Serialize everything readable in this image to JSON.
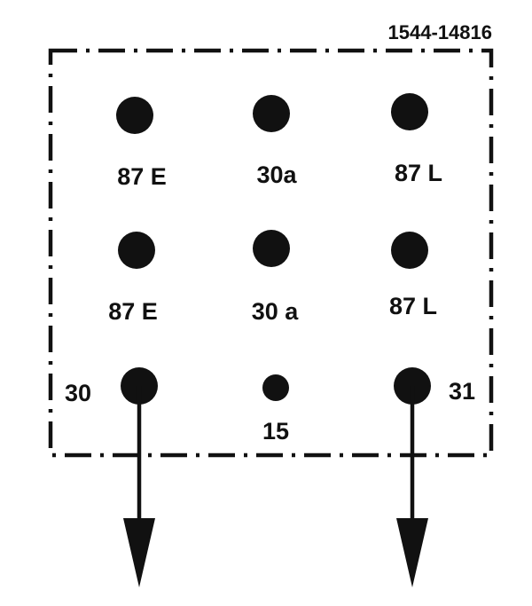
{
  "part_number": "1544-14816",
  "colors": {
    "ink": "#111111",
    "background": "#ffffff"
  },
  "pins": {
    "row1": [
      {
        "label": "87 E"
      },
      {
        "label": "30a"
      },
      {
        "label": "87 L"
      }
    ],
    "row2": [
      {
        "label": "87 E"
      },
      {
        "label": "30 a"
      },
      {
        "label": "87 L"
      }
    ],
    "row3": [
      {
        "label": "30"
      },
      {
        "label": "15"
      },
      {
        "label": "31"
      }
    ]
  }
}
